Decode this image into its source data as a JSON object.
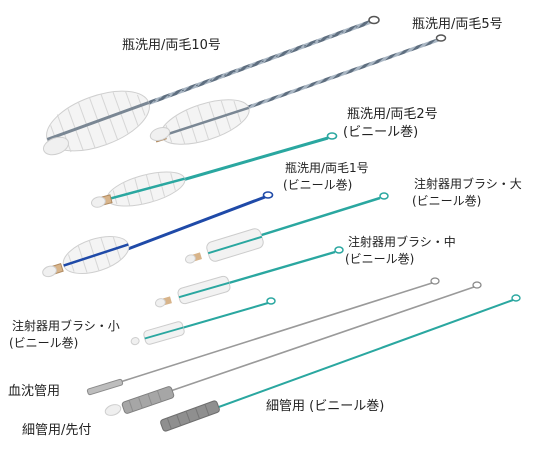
{
  "colors": {
    "twisted_wire_steel": "#6f7f8f",
    "vinyl_teal": "#2aa7a0",
    "vinyl_blue": "#1f4aa8",
    "plain_wire": "#8a8a8a",
    "bristle_white": "#f2f2f2",
    "bristle_grey": "#9a9a9a",
    "wood_tip": "#d8b48a"
  },
  "labels": {
    "bottle10": "瓶洗用/両毛10号",
    "bottle5": "瓶洗用/両毛5号",
    "bottle2_line1": "瓶洗用/両毛2号",
    "bottle2_line2": "(ビニール巻)",
    "bottle1_line1": "瓶洗用/両毛1号",
    "bottle1_line2": "(ビニール巻)",
    "syringe_large_line1": "注射器用ブラシ・大",
    "syringe_large_line2": "(ビニール巻)",
    "syringe_mid_line1": "注射器用ブラシ・中",
    "syringe_mid_line2": "(ビニール巻)",
    "syringe_small_line1": "注射器用ブラシ・小",
    "syringe_small_line2": "(ビニール巻)",
    "blood_sed": "血沈管用",
    "thin_tip": "細管用/先付",
    "thin_vinyl": "細管用 (ビニール巻)"
  }
}
